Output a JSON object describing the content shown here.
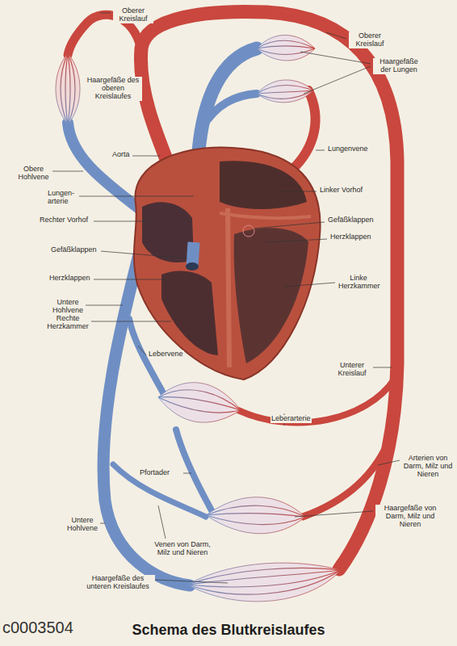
{
  "diagram": {
    "title": "Schema des Blutkreislaufes",
    "labels": [
      "Oberer Kreislauf",
      "Oberer Kreislauf",
      "Haargefäße der Lungen",
      "Haargefäße des oberen Kreislaufes",
      "Aorta",
      "Lungenvene",
      "Obere Hohlvene",
      "Lungen- arterie",
      "Linker Vorhof",
      "Rechter Vorhof",
      "Gefäßklappen",
      "Herzklappen",
      "Gefäßklappen",
      "Herzklappen",
      "Linke Herzkammer",
      "Untere Hohlvene",
      "Rechte Herzkammer",
      "Lebervene",
      "Unterer Kreislauf",
      "Leberarterie",
      "Arterien von Darm, Milz und Nieren",
      "Pfortader",
      "Haargefäße von Darm, Milz und Nieren",
      "Untere Hohlvene",
      "Venen von Darm, Milz und Nieren",
      "Haargefäße des unteren Kreislaufes",
      "c0003504"
    ]
  }
}
